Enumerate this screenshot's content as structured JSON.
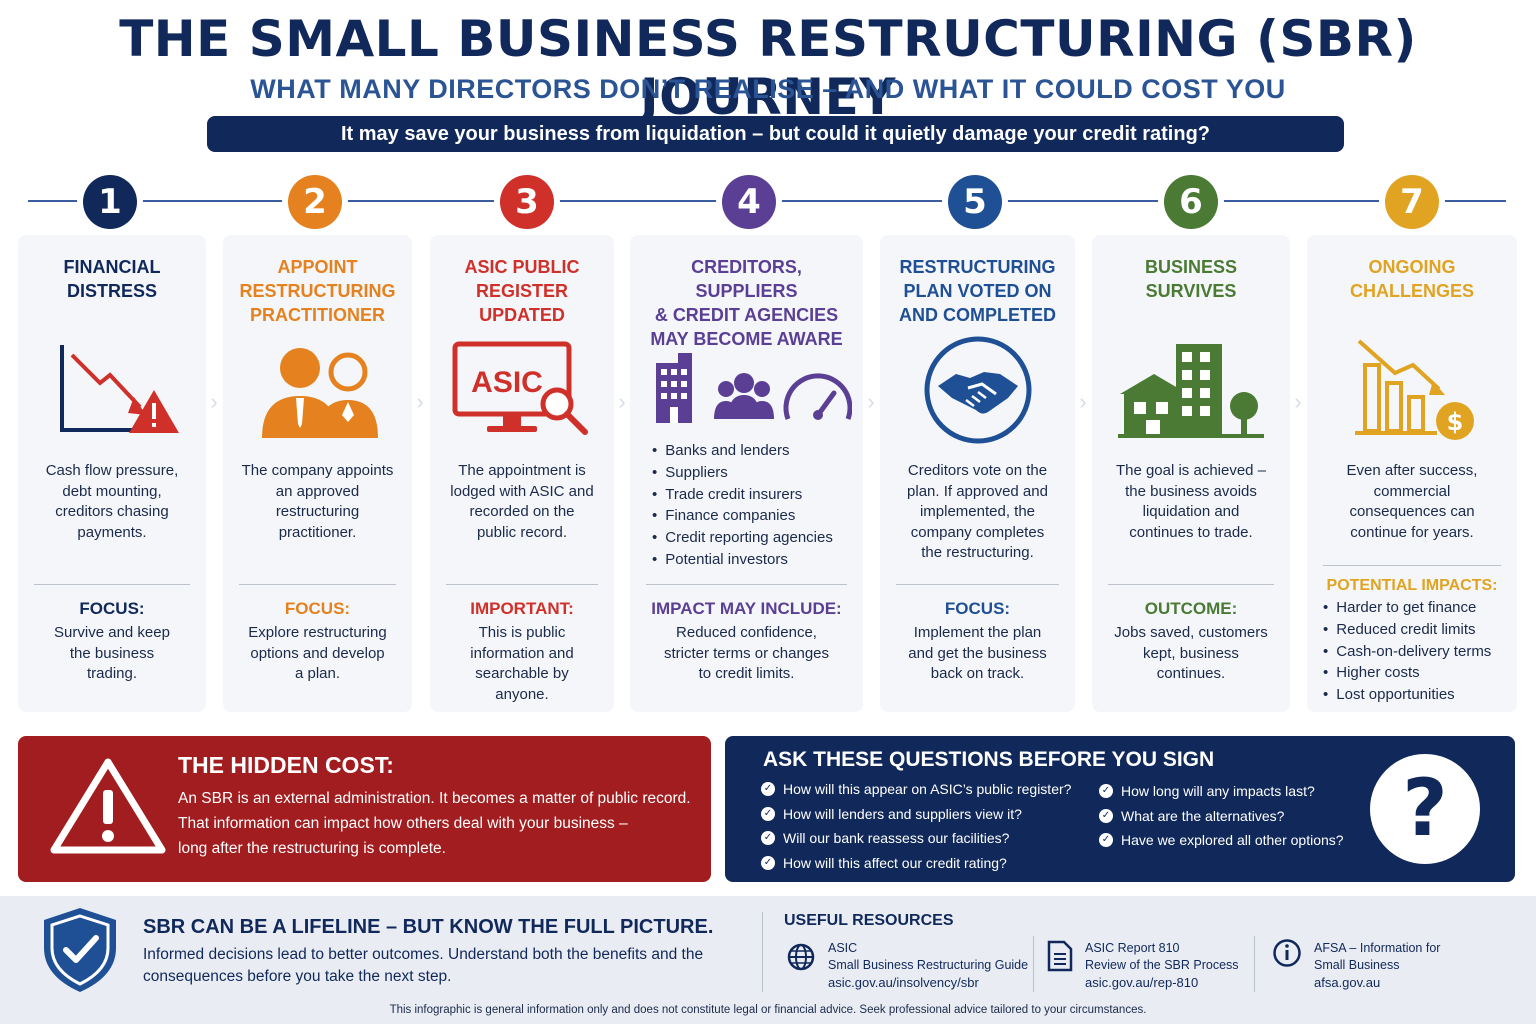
{
  "header": {
    "title": "THE SMALL BUSINESS RESTRUCTURING (SBR) JOURNEY",
    "subtitle": "WHAT MANY DIRECTORS DON’T REALISE – AND WHAT IT COULD COST YOU",
    "banner": "It may save your business from liquidation – but could it quietly damage your credit rating?"
  },
  "colors": {
    "navy": "#10285a",
    "orange": "#e5811e",
    "red": "#d0302a",
    "purple": "#5a3f94",
    "blue": "#1f4f94",
    "green": "#4a7a34",
    "gold": "#e0a422",
    "hidden_cost_bg": "#a11d1f"
  },
  "steps": [
    {
      "number": "1",
      "title_1": "FINANCIAL",
      "title_2": "DISTRESS",
      "icon": "declining-chart-warning-icon",
      "desc": [
        "Cash flow pressure,",
        "debt mounting,",
        "creditors chasing",
        "payments."
      ],
      "footer_label": "FOCUS:",
      "footer_text": [
        "Survive and keep",
        "the business",
        "trading."
      ]
    },
    {
      "number": "2",
      "title_1": "APPOINT",
      "title_2": "RESTRUCTURING",
      "title_3": "PRACTITIONER",
      "icon": "two-people-icon",
      "desc": [
        "The company appoints",
        "an approved",
        "restructuring",
        "practitioner."
      ],
      "footer_label": "FOCUS:",
      "footer_text": [
        "Explore restructuring",
        "options and develop",
        "a plan."
      ]
    },
    {
      "number": "3",
      "title_1": "ASIC PUBLIC",
      "title_2": "REGISTER",
      "title_3": "UPDATED",
      "icon": "asic-monitor-search-icon",
      "icon_text": "ASIC",
      "desc": [
        "The appointment is",
        "lodged with ASIC and",
        "recorded on the",
        "public record."
      ],
      "footer_label": "IMPORTANT:",
      "footer_text": [
        "This is public",
        "information and",
        "searchable by",
        "anyone."
      ]
    },
    {
      "number": "4",
      "title_1": "CREDITORS, SUPPLIERS",
      "title_2": "& CREDIT AGENCIES",
      "title_3": "MAY BECOME AWARE",
      "icon": "building-people-gauge-icon",
      "list": [
        "Banks and lenders",
        "Suppliers",
        "Trade credit insurers",
        "Finance companies",
        "Credit reporting agencies",
        "Potential investors"
      ],
      "footer_label": "IMPACT MAY INCLUDE:",
      "footer_text": [
        "Reduced confidence,",
        "stricter terms or changes",
        "to credit limits."
      ]
    },
    {
      "number": "5",
      "title_1": "RESTRUCTURING",
      "title_2": "PLAN VOTED ON",
      "title_3": "AND COMPLETED",
      "icon": "handshake-icon",
      "desc": [
        "Creditors vote on the",
        "plan. If approved and",
        "implemented, the",
        "company completes",
        "the restructuring."
      ],
      "footer_label": "FOCUS:",
      "footer_text": [
        "Implement the plan",
        "and get the business",
        "back on track."
      ]
    },
    {
      "number": "6",
      "title_1": "BUSINESS",
      "title_2": "SURVIVES",
      "icon": "building-tree-icon",
      "desc": [
        "The goal is achieved –",
        "the business avoids",
        "liquidation and",
        "continues to trade."
      ],
      "footer_label": "OUTCOME:",
      "footer_text": [
        "Jobs saved, customers",
        "kept, business",
        "continues."
      ]
    },
    {
      "number": "7",
      "title_1": "ONGOING",
      "title_2": "CHALLENGES",
      "icon": "declining-bars-dollar-icon",
      "desc": [
        "Even after success,",
        "commercial",
        "consequences can",
        "continue for years."
      ],
      "footer_label": "POTENTIAL IMPACTS:",
      "list": [
        "Harder to get finance",
        "Reduced credit limits",
        "Cash-on-delivery terms",
        "Higher costs",
        "Lost opportunities"
      ]
    }
  ],
  "hidden_cost": {
    "title": "THE HIDDEN COST:",
    "lines": [
      "An SBR is an external administration. It becomes a matter of public record.",
      "That information can impact how others deal with your business –",
      "long after the restructuring is complete."
    ]
  },
  "questions": {
    "title": "ASK THESE QUESTIONS BEFORE YOU SIGN",
    "left": [
      "How will this appear on ASIC’s public register?",
      "How will lenders and suppliers view it?",
      "Will our bank reassess our facilities?",
      "How will this affect our credit rating?"
    ],
    "right": [
      "How long will any impacts last?",
      "What are the alternatives?",
      "Have we explored all other options?"
    ],
    "symbol": "?"
  },
  "footer": {
    "lifeline_title": "SBR CAN BE A LIFELINE – BUT KNOW THE FULL PICTURE.",
    "lifeline_lines": [
      "Informed decisions lead to better outcomes. Understand both the benefits and the",
      "consequences before you take the next step."
    ],
    "resources_title": "USEFUL RESOURCES",
    "resources": [
      {
        "name": "ASIC",
        "detail": "Small Business Restructuring Guide",
        "url": "asic.gov.au/insolvency/sbr",
        "icon": "globe-icon"
      },
      {
        "name": "ASIC Report 810",
        "detail": "Review of the SBR Process",
        "url": "asic.gov.au/rep-810",
        "icon": "document-icon"
      },
      {
        "name": "AFSA – Information for",
        "detail": "Small Business",
        "url": "afsa.gov.au",
        "icon": "info-icon"
      }
    ],
    "disclaimer": "This infographic is general information only and does not constitute legal or financial advice. Seek professional advice tailored to your circumstances."
  }
}
